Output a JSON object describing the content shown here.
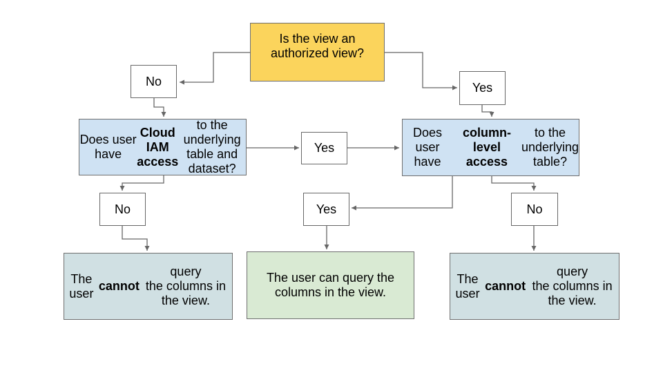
{
  "colors": {
    "yellow": "#FBD45C",
    "blue": "#CFE2F3",
    "green": "#D9EAD3",
    "cyan": "#D0E0E3",
    "line": "#666666",
    "border": "#6e6e6e",
    "text": "#000000"
  },
  "nodes": {
    "question_authorized_view": {
      "segments": [
        {
          "t": "Is the view an\nauthorized view?",
          "b": false
        }
      ]
    },
    "no_top": {
      "label": "No"
    },
    "yes_top": {
      "label": "Yes"
    },
    "question_iam_access": {
      "segments": [
        {
          "t": "Does user have ",
          "b": false
        },
        {
          "t": "Cloud IAM\naccess",
          "b": true
        },
        {
          "t": " to the underlying\ntable and dataset?",
          "b": false
        }
      ]
    },
    "yes_mid": {
      "label": "Yes"
    },
    "question_column_access": {
      "segments": [
        {
          "t": "Does user have\n",
          "b": false
        },
        {
          "t": "column-level access",
          "b": true
        },
        {
          "t": " to the\nunderlying table?",
          "b": false
        }
      ]
    },
    "no_bottom_left": {
      "label": "No"
    },
    "yes_bottom_center": {
      "label": "Yes"
    },
    "no_bottom_right": {
      "label": "No"
    },
    "result_cannot_left": {
      "segments": [
        {
          "t": "The user ",
          "b": false
        },
        {
          "t": "cannot",
          "b": true
        },
        {
          "t": " query\nthe columns in the view.",
          "b": false
        }
      ]
    },
    "result_can_center": {
      "segments": [
        {
          "t": "The user can query the\ncolumns in the view.",
          "b": false
        }
      ]
    },
    "result_cannot_right": {
      "segments": [
        {
          "t": "The user ",
          "b": false
        },
        {
          "t": "cannot",
          "b": true
        },
        {
          "t": " query\nthe columns in the view.",
          "b": false
        }
      ]
    }
  }
}
